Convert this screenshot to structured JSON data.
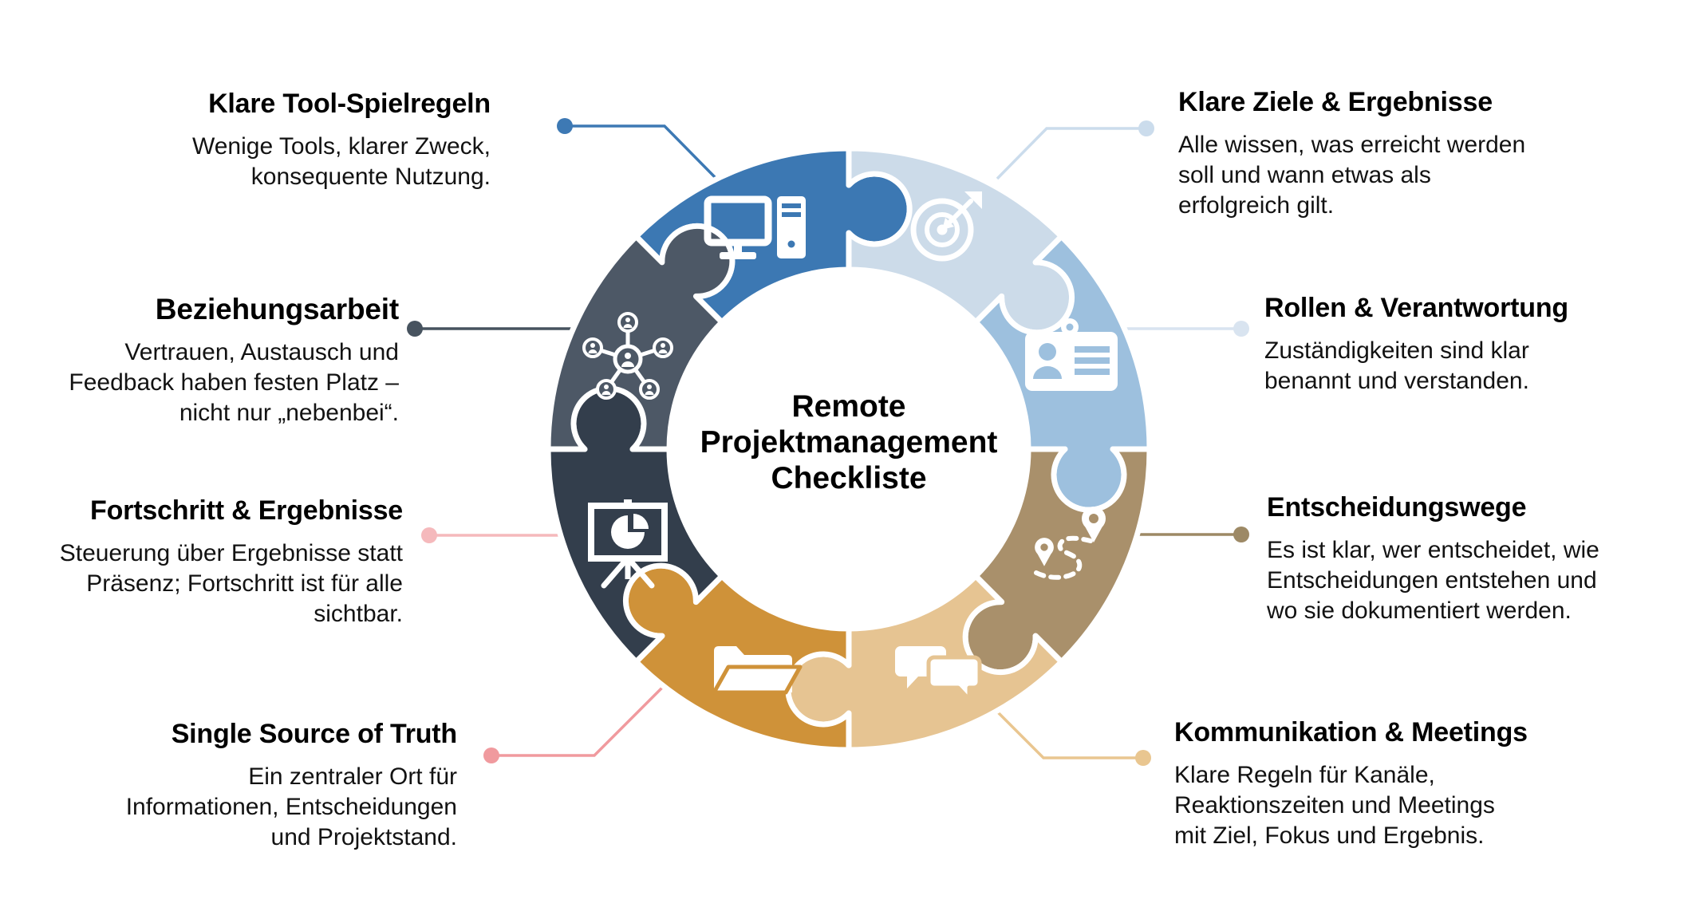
{
  "wheel": {
    "center_lines": [
      "Remote",
      "Projektmanagement",
      "Checkliste"
    ],
    "segments": [
      {
        "id": "tools",
        "label": "Klare Tool-Spielregeln",
        "icon": "computer-icon",
        "color": "#3c78b3",
        "start_angle": 315
      },
      {
        "id": "ziele",
        "label": "Klare Ziele & Ergebnisse",
        "icon": "target-icon",
        "color": "#ccdbe9",
        "start_angle": 0
      },
      {
        "id": "rollen",
        "label": "Rollen & Verantwortung",
        "icon": "id-badge-icon",
        "color": "#9dc0de",
        "start_angle": 45
      },
      {
        "id": "entscheidungswege",
        "label": "Entscheidungswege",
        "icon": "route-icon",
        "color": "#a9906b",
        "start_angle": 90
      },
      {
        "id": "kommunikation",
        "label": "Kommunikation & Meetings",
        "icon": "chat-bubbles-icon",
        "color": "#e6c492",
        "start_angle": 135
      },
      {
        "id": "single-source",
        "label": "Single Source of Truth",
        "icon": "folder-icon",
        "color": "#cf9239",
        "start_angle": 180
      },
      {
        "id": "fortschritt",
        "label": "Fortschritt & Ergebnisse",
        "icon": "presentation-chart-icon",
        "color": "#333e4c",
        "start_angle": 225
      },
      {
        "id": "beziehungsarbeit",
        "label": "Beziehungsarbeit",
        "icon": "people-network-icon",
        "color": "#4d5866",
        "start_angle": 270
      }
    ]
  },
  "sections": [
    {
      "title": "Klare Tool-Spielregeln",
      "desc_lines": [
        "Wenige Tools, klarer Zweck,",
        "konsequente Nutzung."
      ],
      "side": "left",
      "connector_color": "#3d79b4"
    },
    {
      "title": "Klare Ziele & Ergebnisse",
      "desc_lines": [
        "Alle wissen, was erreicht werden",
        "soll und wann etwas als",
        "erfolgreich gilt."
      ],
      "side": "right",
      "connector_color": "#cbdcec"
    },
    {
      "title": "Beziehungsarbeit",
      "desc_lines": [
        "Vertrauen, Austausch und",
        "Feedback haben festen Platz –",
        "nicht nur „nebenbei“."
      ],
      "side": "left",
      "connector_color": "#47535f"
    },
    {
      "title": "Rollen & Verantwortung",
      "desc_lines": [
        "Zuständigkeiten sind klar",
        "benannt und verstanden."
      ],
      "side": "right",
      "connector_color": "#d9e4f0"
    },
    {
      "title": "Fortschritt & Ergebnisse",
      "desc_lines": [
        "Steuerung über Ergebnisse statt",
        "Präsenz; Fortschritt ist für alle",
        "sichtbar."
      ],
      "side": "left",
      "connector_color": "#f5b9bc"
    },
    {
      "title": "Entscheidungswege",
      "desc_lines": [
        "Es ist klar, wer entscheidet, wie",
        "Entscheidungen entstehen und",
        "wo sie dokumentiert werden."
      ],
      "side": "right",
      "connector_color": "#9d8965"
    },
    {
      "title": "Single Source of Truth",
      "desc_lines": [
        "Ein zentraler Ort für",
        "Informationen, Entscheidungen",
        "und Projektstand."
      ],
      "side": "left",
      "connector_color": "#f09a9e"
    },
    {
      "title": "Kommunikation & Meetings",
      "desc_lines": [
        "Klare Regeln für Kanäle,",
        "Reaktionszeiten und Meetings",
        "mit Ziel, Fokus und Ergebnis."
      ],
      "side": "right",
      "connector_color": "#e9c690"
    }
  ]
}
